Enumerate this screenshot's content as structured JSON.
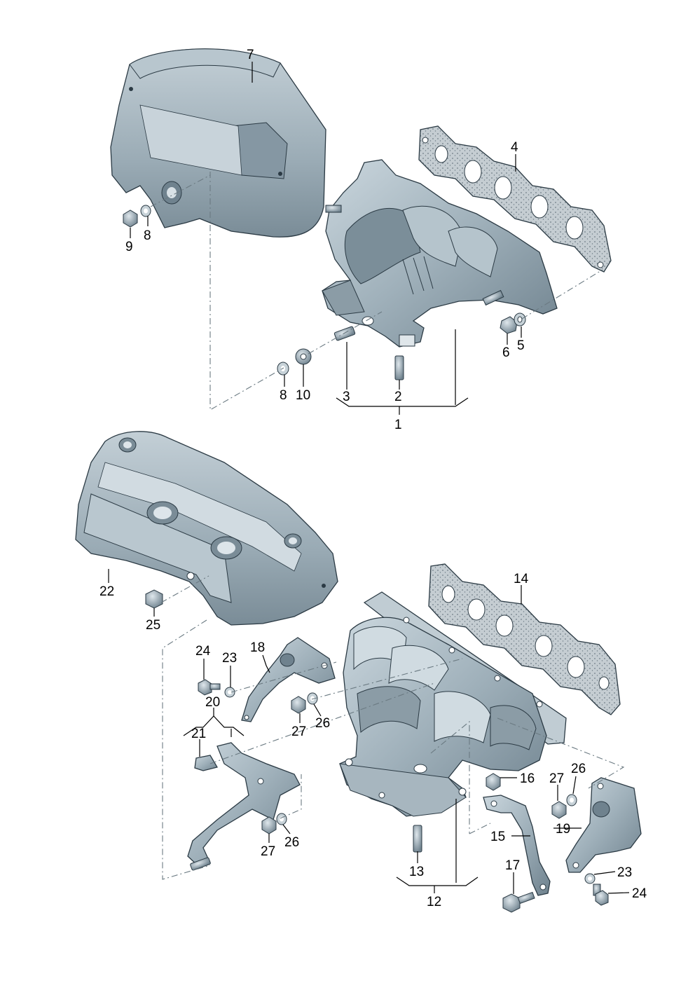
{
  "colors": {
    "part_fill": "#9fb0ba",
    "part_light": "#c9d5dc",
    "part_dark": "#6f828e",
    "gasket_fill": "#c5cdd2",
    "outline": "#2b3a44"
  },
  "callouts": {
    "p1": "1",
    "p2": "2",
    "p3": "3",
    "p4": "4",
    "p5": "5",
    "p6": "6",
    "p7": "7",
    "p8a": "8",
    "p8b": "8",
    "p9": "9",
    "p10": "10",
    "p12": "12",
    "p13": "13",
    "p14": "14",
    "p15": "15",
    "p16": "16",
    "p17": "17",
    "p18": "18",
    "p19": "19",
    "p20": "20",
    "p21": "21",
    "p22": "22",
    "p23a": "23",
    "p23b": "23",
    "p24a": "24",
    "p24b": "24",
    "p25": "25",
    "p26a": "26",
    "p26b": "26",
    "p26c": "26",
    "p27a": "27",
    "p27b": "27",
    "p27c": "27"
  }
}
